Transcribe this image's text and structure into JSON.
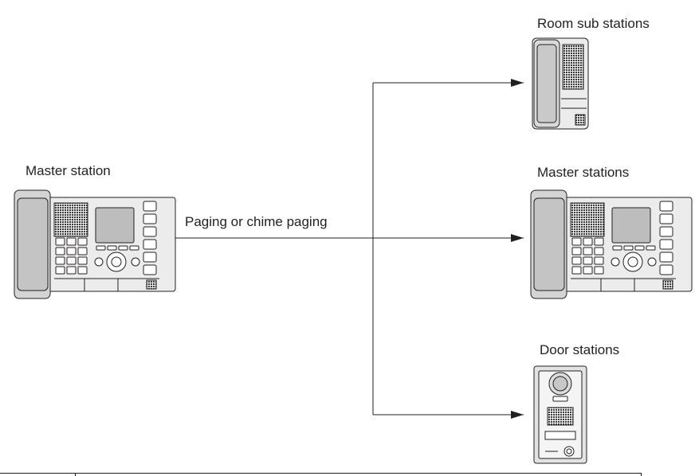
{
  "labels": {
    "source": "Master station",
    "action": "Paging or chime paging",
    "target_room": "Room sub stations",
    "target_master": "Master stations",
    "target_door": "Door stations"
  },
  "colors": {
    "line": "#231f20",
    "panel": "#e6e6e6",
    "handset": "#d4d4d4",
    "grille": "#555555"
  },
  "icons": {
    "source": "master-station-icon",
    "room": "room-sub-station-icon",
    "master": "master-station-icon",
    "door": "door-station-icon"
  }
}
